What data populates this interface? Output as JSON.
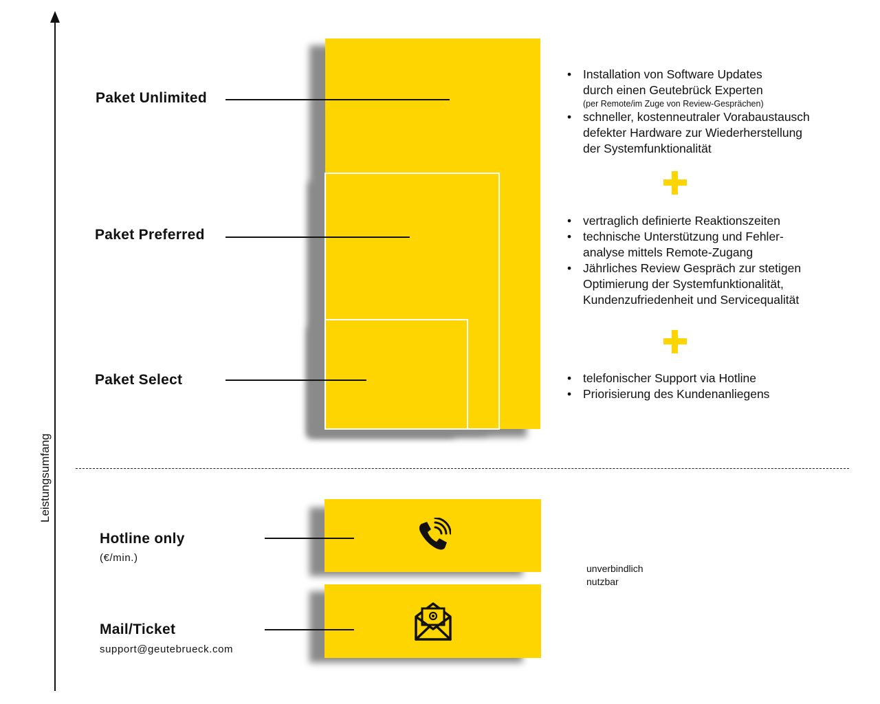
{
  "axis": {
    "label": "Leistungsumfang"
  },
  "packages": [
    {
      "name": "Paket Unlimited"
    },
    {
      "name": "Paket Preferred"
    },
    {
      "name": "Paket Select"
    }
  ],
  "features": {
    "unlimited": [
      {
        "text": "Installation von Software Updates",
        "text2": "durch einen Geutebrück Experten",
        "note": "(per Remote/im Zuge von Review-Gesprächen)"
      },
      {
        "text": "schneller, kostenneutraler Vorabaustausch",
        "text2": "defekter Hardware zur Wiederherstellung",
        "text3": "der Systemfunktionalität"
      }
    ],
    "preferred": [
      {
        "text": "vertraglich definierte Reaktionszeiten"
      },
      {
        "text": "technische Unterstützung und Fehler-",
        "text2": "analyse mittels Remote-Zugang"
      },
      {
        "text": "Jährliches Review Gespräch zur stetigen",
        "text2": "Optimierung der Systemfunktionalität,",
        "text3": "Kundenzufriedenheit und Servicequalität"
      }
    ],
    "select": [
      {
        "text": "telefonischer Support via Hotline"
      },
      {
        "text": "Priorisierung des Kundenanliegens"
      }
    ]
  },
  "basic": {
    "hotline": {
      "name": "Hotline only",
      "sub": "(€/min.)",
      "icon": "phone-icon"
    },
    "mail": {
      "name": "Mail/Ticket",
      "sub": "support@geutebrueck.com",
      "icon": "mail-icon"
    },
    "note_line1": "unverbindlich",
    "note_line2": "nutzbar"
  },
  "colors": {
    "accent": "#FFD500",
    "shadow": "#8a8a8a",
    "text": "#111111"
  }
}
